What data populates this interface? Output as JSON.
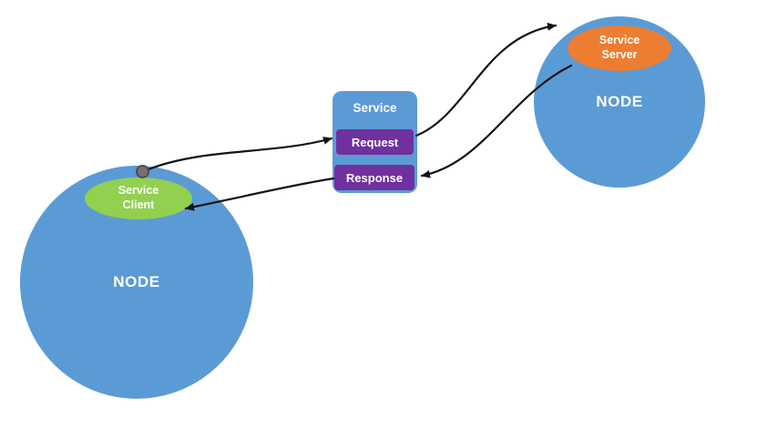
{
  "diagram": {
    "left_node": {
      "label": "NODE"
    },
    "right_node": {
      "label": "NODE"
    },
    "service_client": {
      "line1": "Service",
      "line2": "Client"
    },
    "service_server": {
      "line1": "Service",
      "line2": "Server"
    },
    "service_box": {
      "title": "Service",
      "request": "Request",
      "response": "Response"
    },
    "arrows": [
      {
        "name": "client-to-request",
        "from": "service-client",
        "to": "request"
      },
      {
        "name": "request-to-server",
        "from": "request",
        "to": "service-server"
      },
      {
        "name": "server-to-response",
        "from": "service-server",
        "to": "response"
      },
      {
        "name": "response-to-client",
        "from": "response",
        "to": "service-client"
      }
    ],
    "colors": {
      "node_blue": "#5B9BD5",
      "client_green": "#92D050",
      "server_orange": "#ED7D31",
      "plug_purple": "#7030A0",
      "connector_gray": "#767171",
      "arrow_black": "#141414",
      "text_white": "#FFFFFF",
      "background": "#FFFFFF"
    }
  }
}
